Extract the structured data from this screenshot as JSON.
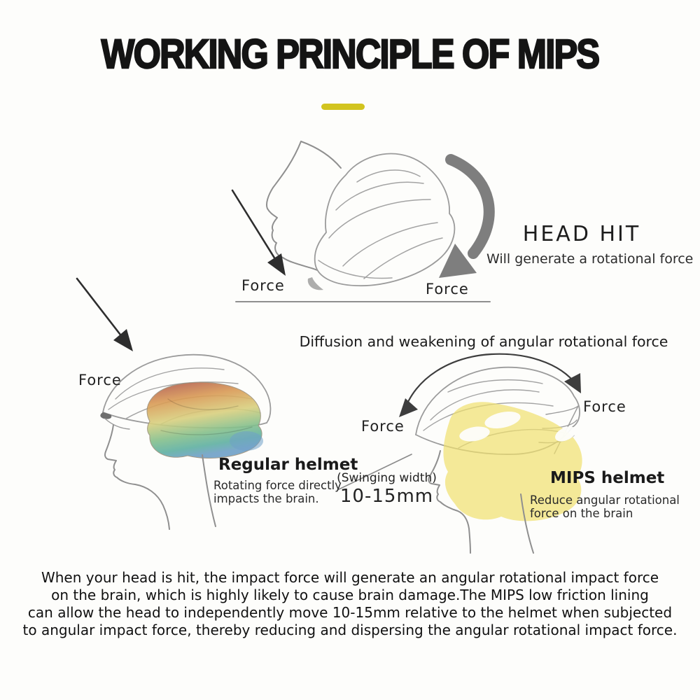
{
  "title": {
    "text": "WORKING PRINCIPLE OF MIPS"
  },
  "colors": {
    "accent_yellow": "#d2c41f",
    "mips_liner_yellow": "#efdf6e",
    "line_art_gray": "#9b9b9b",
    "thick_arrow_gray": "#7e7e7e"
  },
  "top_figure": {
    "force_left": "Force",
    "force_right": "Force",
    "headline": "HEAD HIT",
    "subline": "Will generate a rotational force"
  },
  "middle": {
    "heading": "Diffusion and weakening of angular rotational force"
  },
  "regular_figure": {
    "force": "Force",
    "name": "Regular helmet",
    "desc1": "Rotating force directly",
    "desc2": "impacts the brain."
  },
  "mips_figure": {
    "force_left": "Force",
    "force_right": "Force",
    "swing_label": "(Swinging width)",
    "swing_value": "10-15mm",
    "name": "MIPS helmet",
    "desc1": "Reduce angular rotational",
    "desc2": "force on the brain"
  },
  "footer": {
    "line1": "When your head is hit, the impact force will generate an angular rotational impact force",
    "line2": "on the brain, which is highly likely to cause brain damage.The MIPS low friction lining",
    "line3": "can allow the head to independently move 10-15mm relative to the helmet when subjected",
    "line4": "to angular impact force, thereby reducing and dispersing the angular rotational impact force."
  }
}
